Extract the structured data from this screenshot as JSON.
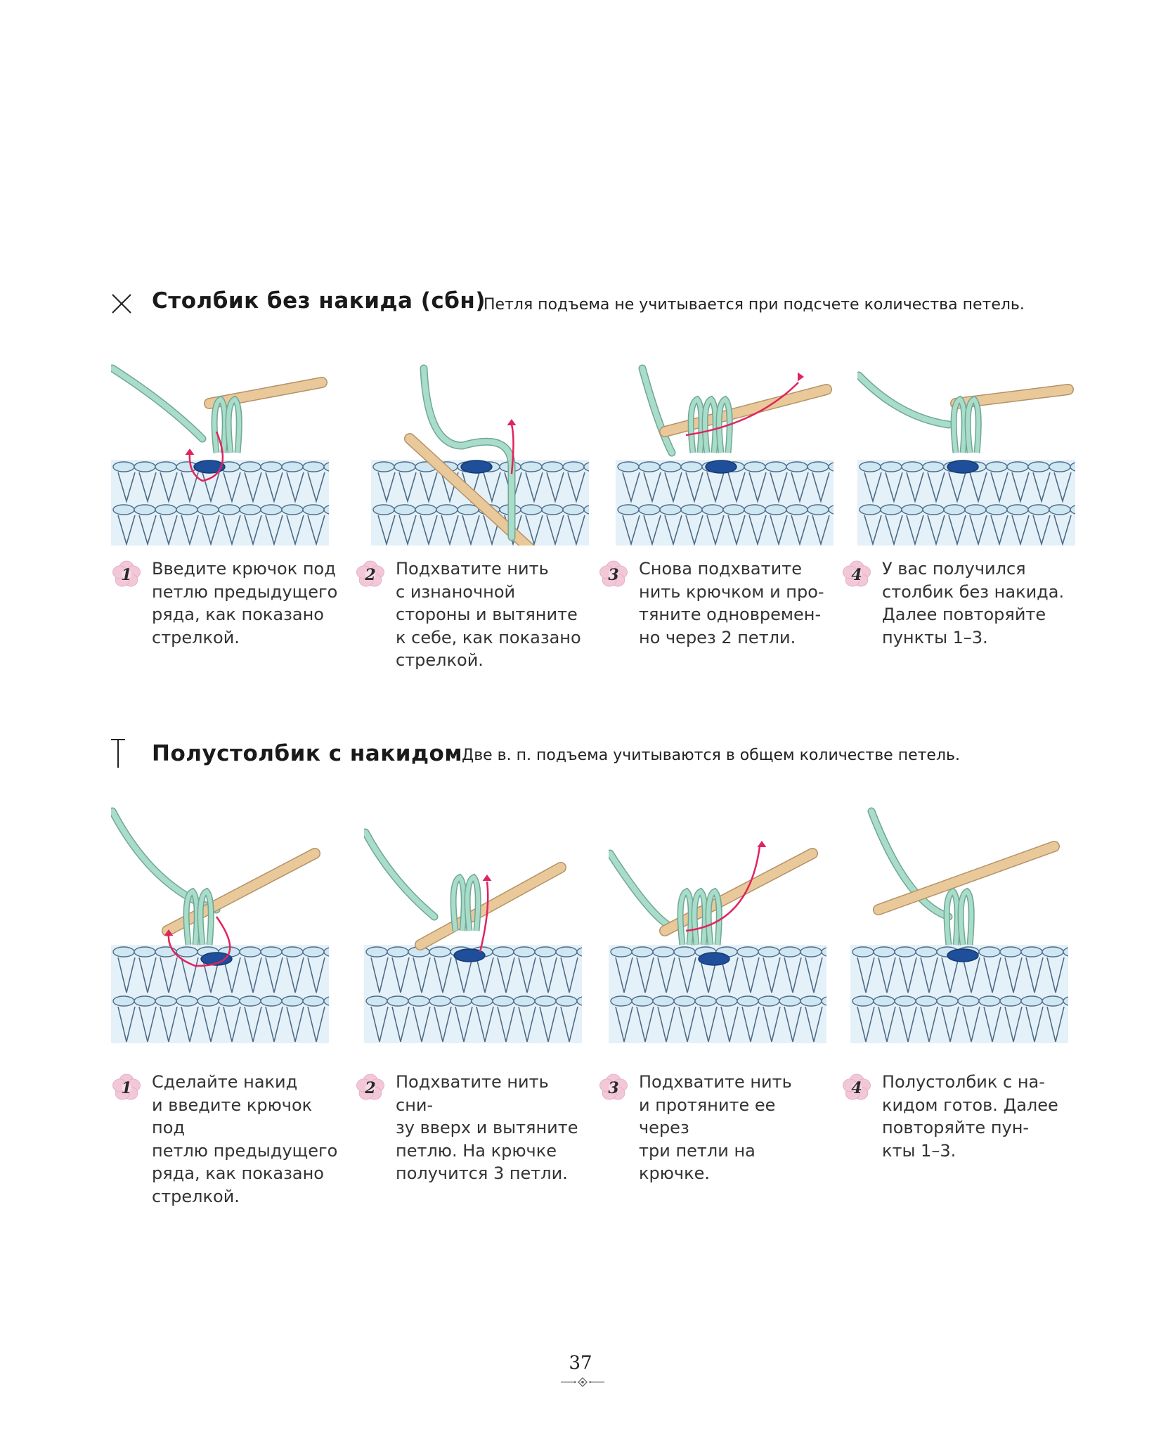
{
  "section1": {
    "title": "Столбик без накида (сбн)",
    "note": "Петля подъема не учитывается при подсчете количества петель.",
    "symbol_icon": "x-stitch-symbol-icon",
    "steps": [
      {
        "number": "1",
        "text": "Введите крючок под\nпетлю предыдущего\nряда, как показано\nстрелкой."
      },
      {
        "number": "2",
        "text": "Подхватите нить\nс изнаночной\nстороны и вытяните\nк себе, как показано\nстрелкой."
      },
      {
        "number": "3",
        "text": "Снова подхватите\nнить крючком и про-\nтяните одновремен-\nно через 2 петли."
      },
      {
        "number": "4",
        "text": "У вас получился\nстолбик без накида.\nДалее повторяйте\nпункты 1–3."
      }
    ]
  },
  "section2": {
    "title": "Полустолбик с накидом",
    "note": "Две в. п. подъема учитываются в общем количестве петель.",
    "symbol_icon": "t-stitch-symbol-icon",
    "steps": [
      {
        "number": "1",
        "text": "Сделайте накид\nи введите крючок под\nпетлю предыдущего\nряда, как показано\nстрелкой."
      },
      {
        "number": "2",
        "text": "Подхватите нить сни-\nзу вверх и вытяните\nпетлю. На крючке\nполучится 3 петли."
      },
      {
        "number": "3",
        "text": "Подхватите нить\nи протяните ее через\nтри петли на крючке."
      },
      {
        "number": "4",
        "text": "Полустолбик с на-\nкидом готов. Далее\nповторяйте пун-\nкты 1–3."
      }
    ]
  },
  "page_number": "37",
  "colors": {
    "yarn_mint": "#a9dcc9",
    "fabric_light_blue": "#cfe6f3",
    "fabric_outline": "#4e6b86",
    "stitch_dark_blue": "#1f4f9a",
    "hook_tan": "#e9c99a",
    "arrow_red": "#e0245e",
    "badge_pink": "#f2c8d8"
  }
}
